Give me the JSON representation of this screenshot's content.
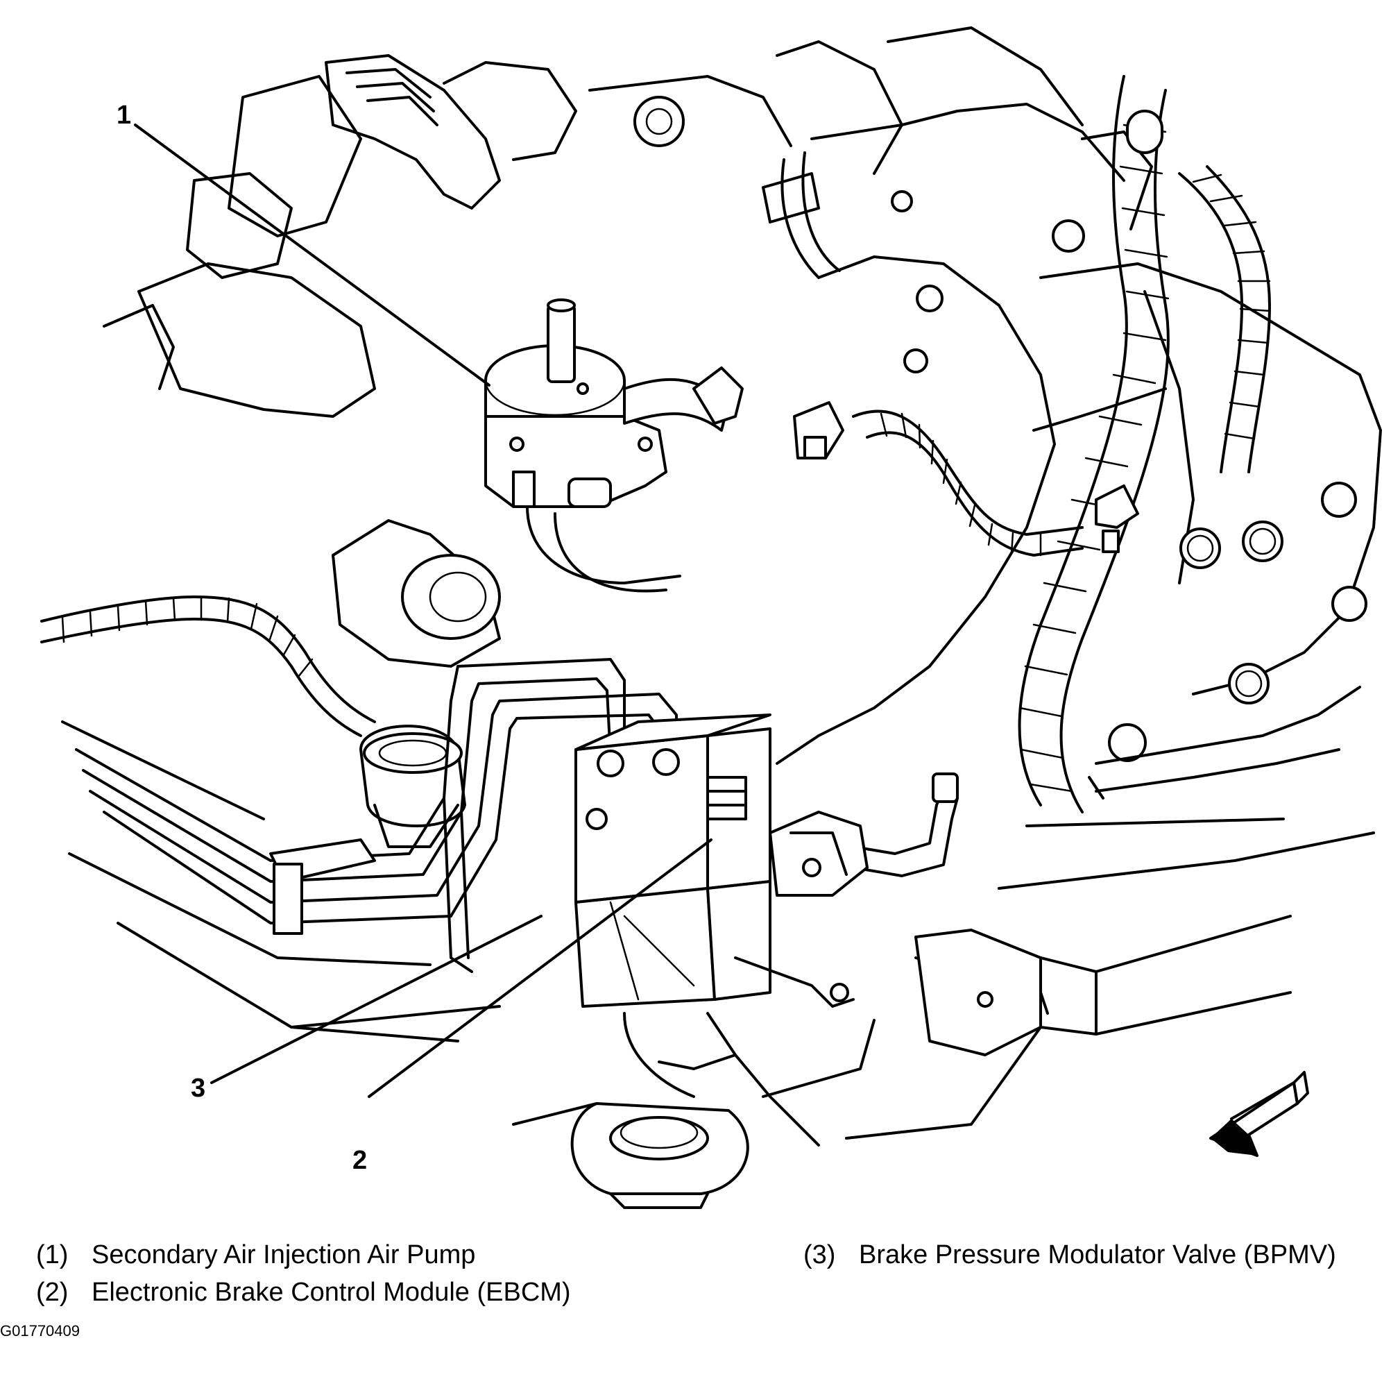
{
  "callouts": [
    "1",
    "2",
    "3"
  ],
  "legend": [
    {
      "num": "(1)",
      "label": "Secondary Air Injection Air Pump"
    },
    {
      "num": "(2)",
      "label": "Electronic Brake Control Module (EBCM)"
    },
    {
      "num": "(3)",
      "label": "Brake Pressure Modulator Valve (BPMV)"
    }
  ],
  "figure_id": "G01770409",
  "icons": {
    "direction_arrow": "front-direction-arrow-icon"
  }
}
